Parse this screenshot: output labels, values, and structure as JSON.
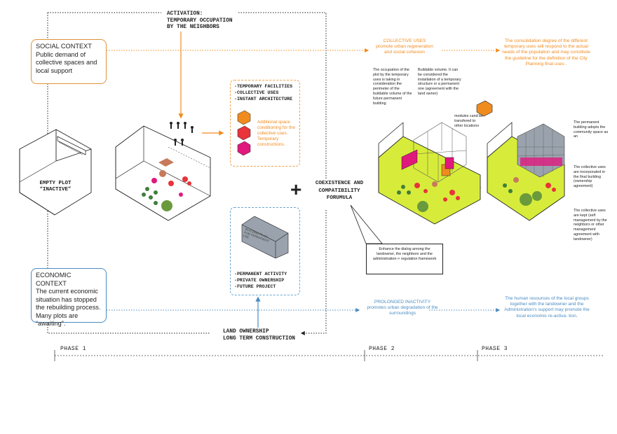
{
  "activation": {
    "title_line1": "ACTIVATION:",
    "title_line2": "TEMPORARY OCCUPATION",
    "title_line3": "BY THE NEIGHBORS"
  },
  "social_context": {
    "heading": "SOCIAL CONTEXT",
    "body": "Public demand of collective spaces and local support"
  },
  "economic_context": {
    "heading": "ECONOMIC CONTEXT",
    "body": "The current economic situation has stopped the rebuilding process. Many plots are “awaiting”."
  },
  "empty_plot": {
    "line1": "EMPTY PLOT",
    "line2": "“INACTIVE”"
  },
  "temporary_list": {
    "items": [
      "-TEMPORARY FACILITIES",
      "-COLLECTIVE USES",
      "-INSTANT ARCHITECTURE"
    ],
    "note": "Additional space conditioning for the collective uses. Temporary constructions."
  },
  "permanent_list": {
    "items": [
      "-PERMANENT ACTIVITY",
      "-PRIVATE OWNERSHIP",
      "-FUTURE PROJECT"
    ],
    "building_label": "BUILDING PLAN FOR PERMANENT USE"
  },
  "land_ownership": {
    "line1": "LAND OWNERSHIP",
    "line2": "LONG TERM CONSTRUCTION"
  },
  "coexistence": {
    "line1": "COEXISTENCE AND",
    "line2": "COMPATIBILITY",
    "line3": "FORUMULA"
  },
  "collective_uses": {
    "line1": "COLLECTIVE USES",
    "line2": "promote urban regeneration",
    "line3": "and social  cohesion"
  },
  "consolidation": "The consolidation degree of the different temporary uses will respond to the actual needs of the population and may constitute the  guideline for the definition of the City Planning final uses .",
  "phase2_notes": {
    "occupation": "The occupation of the plot by the temporary uses is taking in consideration the perimeter of the buildable volume of the future permanent building",
    "buildable": "Buildable volume.  It can be considered the installation of a temporary structure or a permanent one (agreement with the land owner)",
    "modules": "modules cand be transfered to other locations",
    "dialog": "Enhance the dialog among the landowner, the neighbors and the administration-> regulation framework"
  },
  "phase3_notes": {
    "adopts": "The permanent building adopts the community space as an",
    "incorporated": "The collective uses are incorporated in the final building (ownership agreement)",
    "kept": "The collective uses are kept (self management by the neighbors or other management agreement with landowner)"
  },
  "prolonged": {
    "line1": "PROLONGED INACTIVITY",
    "line2": "promotes urban degradation of the",
    "line3": "surroundings"
  },
  "human_resources": "The human resources of the local groups together with the landowner and the Administration’s support may promote the local economic re-activa- tion.",
  "phases": [
    "PHASE 1",
    "PHASE 2",
    "PHASE 3"
  ],
  "colors": {
    "orange": "#f08c1e",
    "blue": "#4a8cc2",
    "grass": "#d7ec3a",
    "magenta": "#e0197d",
    "red": "#e8343a"
  }
}
